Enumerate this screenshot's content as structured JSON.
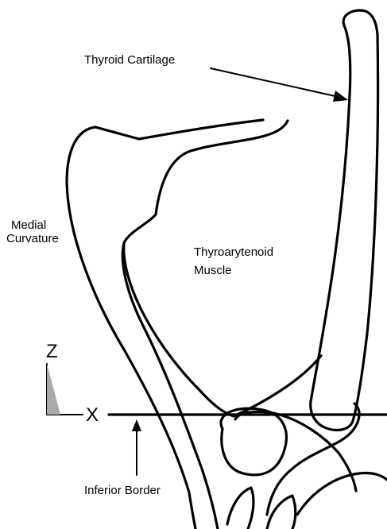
{
  "labels": {
    "thyroid_cartilage": "Thyroid Cartilage",
    "medial_curvature_line1": "Medial",
    "medial_curvature_line2": "Curvature",
    "muscle_line1": "Thyroarytenoid",
    "muscle_line2": "Muscle",
    "inferior_border": "Inferior Border"
  },
  "axes": {
    "vertical": "Z",
    "horizontal": "X"
  },
  "colors": {
    "stroke": "#000000",
    "axis_wedge": "#a9a9a9",
    "background": "#ffffff"
  }
}
